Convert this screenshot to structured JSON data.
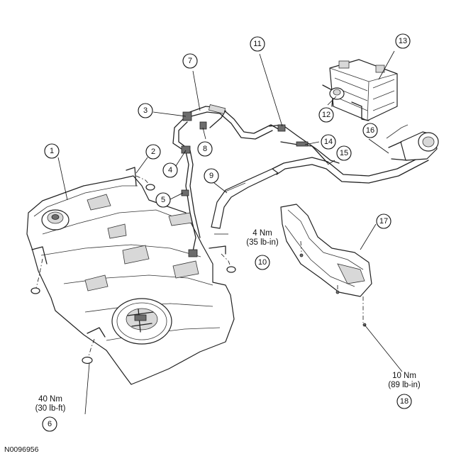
{
  "figure": {
    "id": "N0096956"
  },
  "callouts": [
    {
      "num": "1"
    },
    {
      "num": "2"
    },
    {
      "num": "3"
    },
    {
      "num": "4"
    },
    {
      "num": "5"
    },
    {
      "num": "6"
    },
    {
      "num": "7"
    },
    {
      "num": "8"
    },
    {
      "num": "9"
    },
    {
      "num": "10"
    },
    {
      "num": "11"
    },
    {
      "num": "12"
    },
    {
      "num": "13"
    },
    {
      "num": "14"
    },
    {
      "num": "15"
    },
    {
      "num": "16"
    },
    {
      "num": "17"
    },
    {
      "num": "18"
    }
  ],
  "torque_specs": {
    "spec_10": {
      "metric": "4 Nm",
      "imperial": "(35 lb-in)"
    },
    "spec_6": {
      "metric": "40 Nm",
      "imperial": "(30 lb-ft)"
    },
    "spec_18": {
      "metric": "10 Nm",
      "imperial": "(89 lb-in)"
    }
  }
}
